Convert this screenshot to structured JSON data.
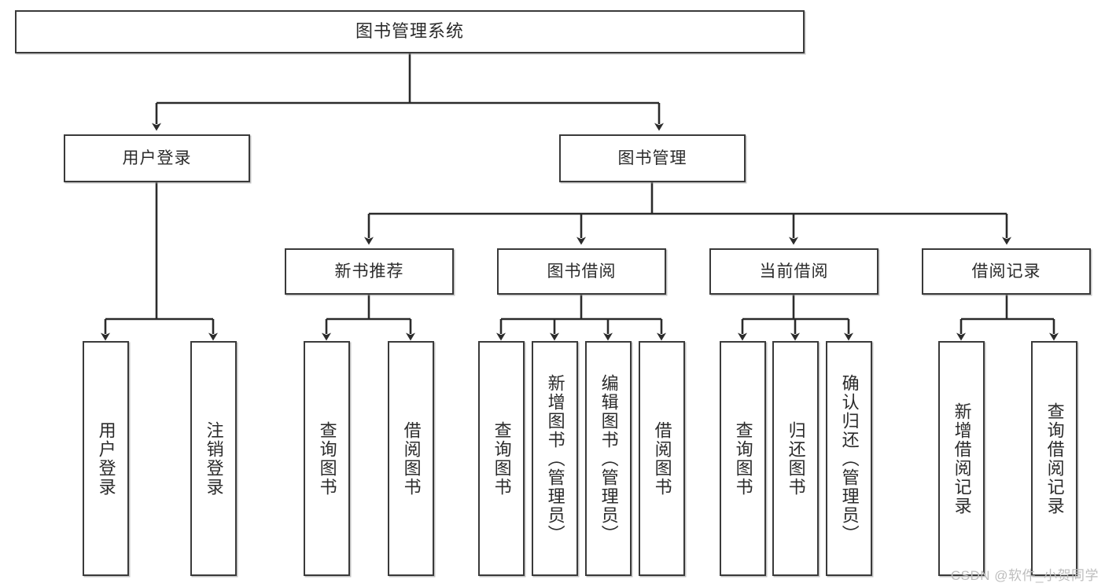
{
  "diagram": {
    "type": "tree",
    "title": "图书管理系统",
    "watermark": "CSDN @软件_小贺同学",
    "colors": {
      "box_border": "#3a3a3a",
      "box_fill": "#ffffff",
      "connector": "#2b2b2b",
      "watermark": "#bdbdbd",
      "background": "#ffffff"
    },
    "levels": {
      "root": {
        "label": "图书管理系统"
      },
      "level2": [
        {
          "id": "user-login",
          "label": "用户登录"
        },
        {
          "id": "book-manage",
          "label": "图书管理"
        }
      ],
      "level3": [
        {
          "id": "new-book-recommend",
          "label": "新书推荐",
          "parent": "book-manage"
        },
        {
          "id": "book-borrow",
          "label": "图书借阅",
          "parent": "book-manage"
        },
        {
          "id": "current-borrow",
          "label": "当前借阅",
          "parent": "book-manage"
        },
        {
          "id": "borrow-record",
          "label": "借阅记录",
          "parent": "book-manage"
        }
      ],
      "leaves": [
        {
          "id": "leaf-user-login",
          "label": "用户登录",
          "parent": "user-login"
        },
        {
          "id": "leaf-logout-login",
          "label": "注销登录",
          "parent": "user-login"
        },
        {
          "id": "leaf-query-book-1",
          "label": "查询图书",
          "parent": "new-book-recommend"
        },
        {
          "id": "leaf-borrow-book-1",
          "label": "借阅图书",
          "parent": "new-book-recommend"
        },
        {
          "id": "leaf-query-book-2",
          "label": "查询图书",
          "parent": "book-borrow"
        },
        {
          "id": "leaf-add-book",
          "label": "新增图书（管理员）",
          "parent": "book-borrow"
        },
        {
          "id": "leaf-edit-book",
          "label": "编辑图书（管理员）",
          "parent": "book-borrow"
        },
        {
          "id": "leaf-borrow-book-2",
          "label": "借阅图书",
          "parent": "book-borrow"
        },
        {
          "id": "leaf-query-book-3",
          "label": "查询图书",
          "parent": "current-borrow"
        },
        {
          "id": "leaf-return-book",
          "label": "归还图书",
          "parent": "current-borrow"
        },
        {
          "id": "leaf-confirm-return",
          "label": "确认归还（管理员）",
          "parent": "current-borrow"
        },
        {
          "id": "leaf-add-record",
          "label": "新增借阅记录",
          "parent": "borrow-record"
        },
        {
          "id": "leaf-query-record",
          "label": "查询借阅记录",
          "parent": "borrow-record"
        }
      ]
    }
  }
}
